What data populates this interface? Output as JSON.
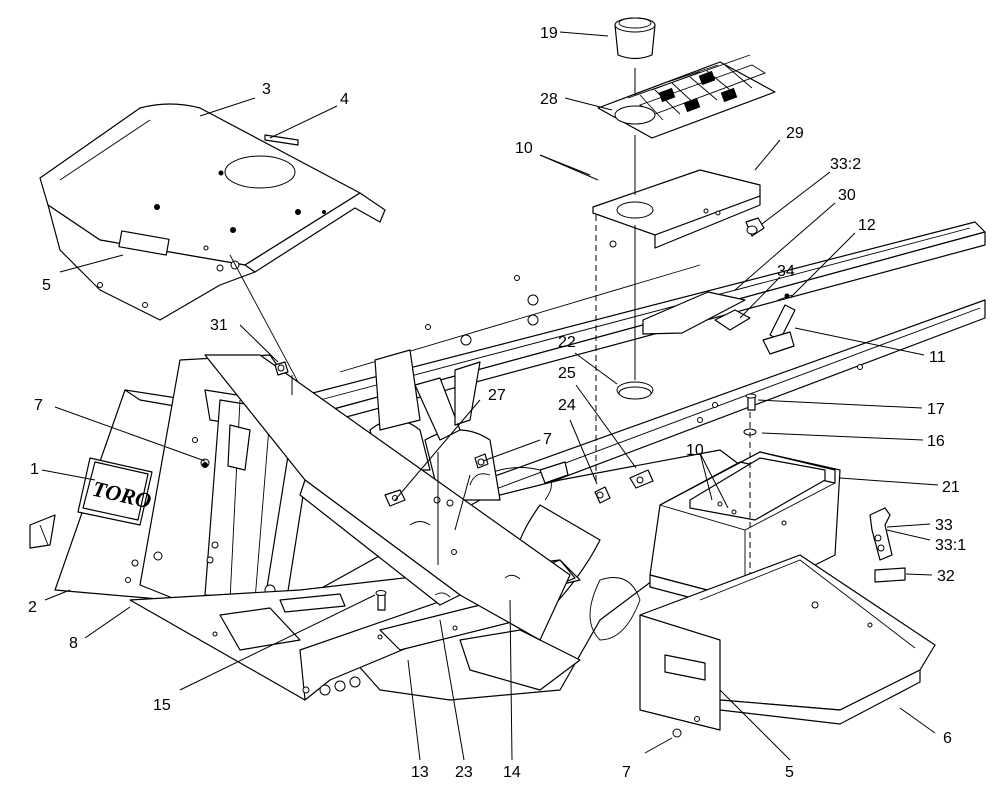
{
  "diagram": {
    "brand_label": "TORO",
    "callouts": [
      {
        "id": "c-19",
        "text": "19"
      },
      {
        "id": "c-28",
        "text": "28"
      },
      {
        "id": "c-10a",
        "text": "10"
      },
      {
        "id": "c-3",
        "text": "3"
      },
      {
        "id": "c-4",
        "text": "4"
      },
      {
        "id": "c-29",
        "text": "29"
      },
      {
        "id": "c-33-2",
        "text": "33:2"
      },
      {
        "id": "c-30",
        "text": "30"
      },
      {
        "id": "c-12",
        "text": "12"
      },
      {
        "id": "c-34",
        "text": "34"
      },
      {
        "id": "c-5a",
        "text": "5"
      },
      {
        "id": "c-31",
        "text": "31"
      },
      {
        "id": "c-11",
        "text": "11"
      },
      {
        "id": "c-22",
        "text": "22"
      },
      {
        "id": "c-25",
        "text": "25"
      },
      {
        "id": "c-7a",
        "text": "7"
      },
      {
        "id": "c-27",
        "text": "27"
      },
      {
        "id": "c-17",
        "text": "17"
      },
      {
        "id": "c-24",
        "text": "24"
      },
      {
        "id": "c-7b",
        "text": "7"
      },
      {
        "id": "c-16",
        "text": "16"
      },
      {
        "id": "c-10b",
        "text": "10"
      },
      {
        "id": "c-1",
        "text": "1"
      },
      {
        "id": "c-21",
        "text": "21"
      },
      {
        "id": "c-33",
        "text": "33"
      },
      {
        "id": "c-33-1",
        "text": "33:1"
      },
      {
        "id": "c-32",
        "text": "32"
      },
      {
        "id": "c-2",
        "text": "2"
      },
      {
        "id": "c-8",
        "text": "8"
      },
      {
        "id": "c-15",
        "text": "15"
      },
      {
        "id": "c-6",
        "text": "6"
      },
      {
        "id": "c-13",
        "text": "13"
      },
      {
        "id": "c-23",
        "text": "23"
      },
      {
        "id": "c-14",
        "text": "14"
      },
      {
        "id": "c-7c",
        "text": "7"
      },
      {
        "id": "c-5b",
        "text": "5"
      }
    ]
  }
}
